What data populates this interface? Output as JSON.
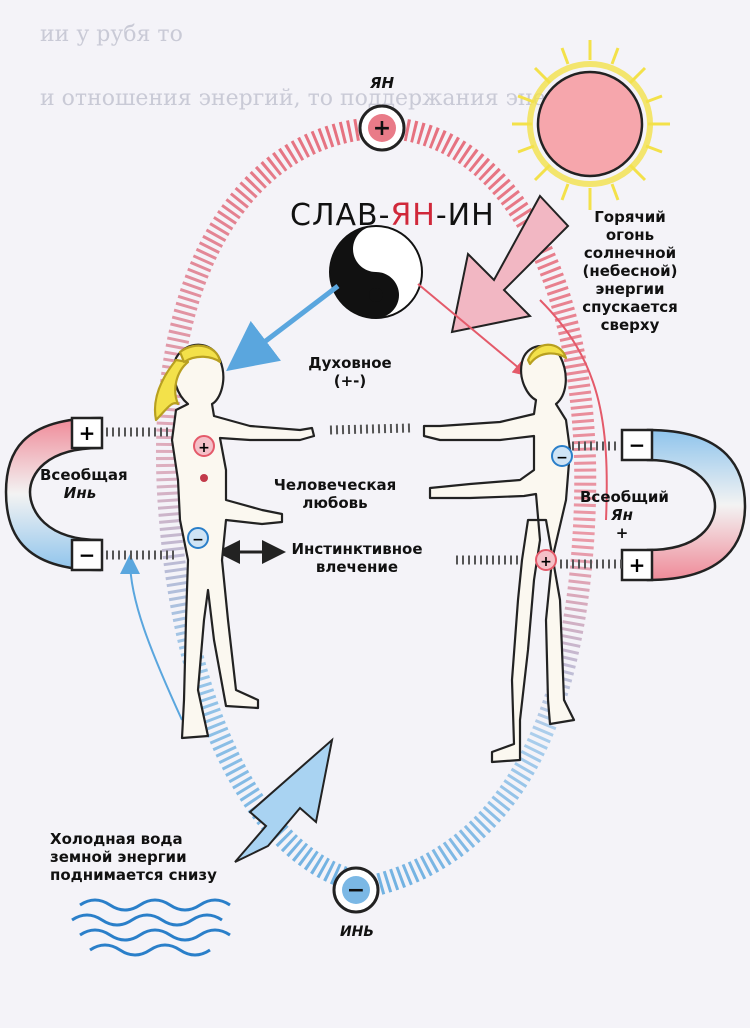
{
  "title": {
    "part1": "СЛАВ-",
    "part2": "ЯН",
    "part3": "-ИН"
  },
  "labels": {
    "yang_top": "ЯН",
    "yin_bottom": "ИНЬ",
    "sun_text": "Горячий огонь\nсолнечной\n(небесной)\nэнергии\nспускается\nсверху",
    "water_text": "Холодная вода\nземной энергии\nподнимается снизу",
    "spiritual": "Духовное\n(+-)",
    "human_love": "Человеческая\nлюбовь",
    "instinct": "Инстинктивное\nвлечение",
    "universal_yin_1": "Всеобщая",
    "universal_yin_2": "Инь",
    "universal_yang_1": "Всеобщий",
    "universal_yang_2": "Ян",
    "plus": "+",
    "minus": "-",
    "spiritual_sign": "(+-)"
  },
  "bleed_text": {
    "line1": "ии у рубя то",
    "line2": "и отношения энергий, то поддержания энергии в"
  },
  "colors": {
    "yang_red": "#e45a6a",
    "yin_blue": "#5aa6de",
    "sun_yellow": "#f3e14a",
    "arrow_pink": "#f2b7c3",
    "arrow_blue": "#a9d3f2",
    "ink": "#111111"
  }
}
